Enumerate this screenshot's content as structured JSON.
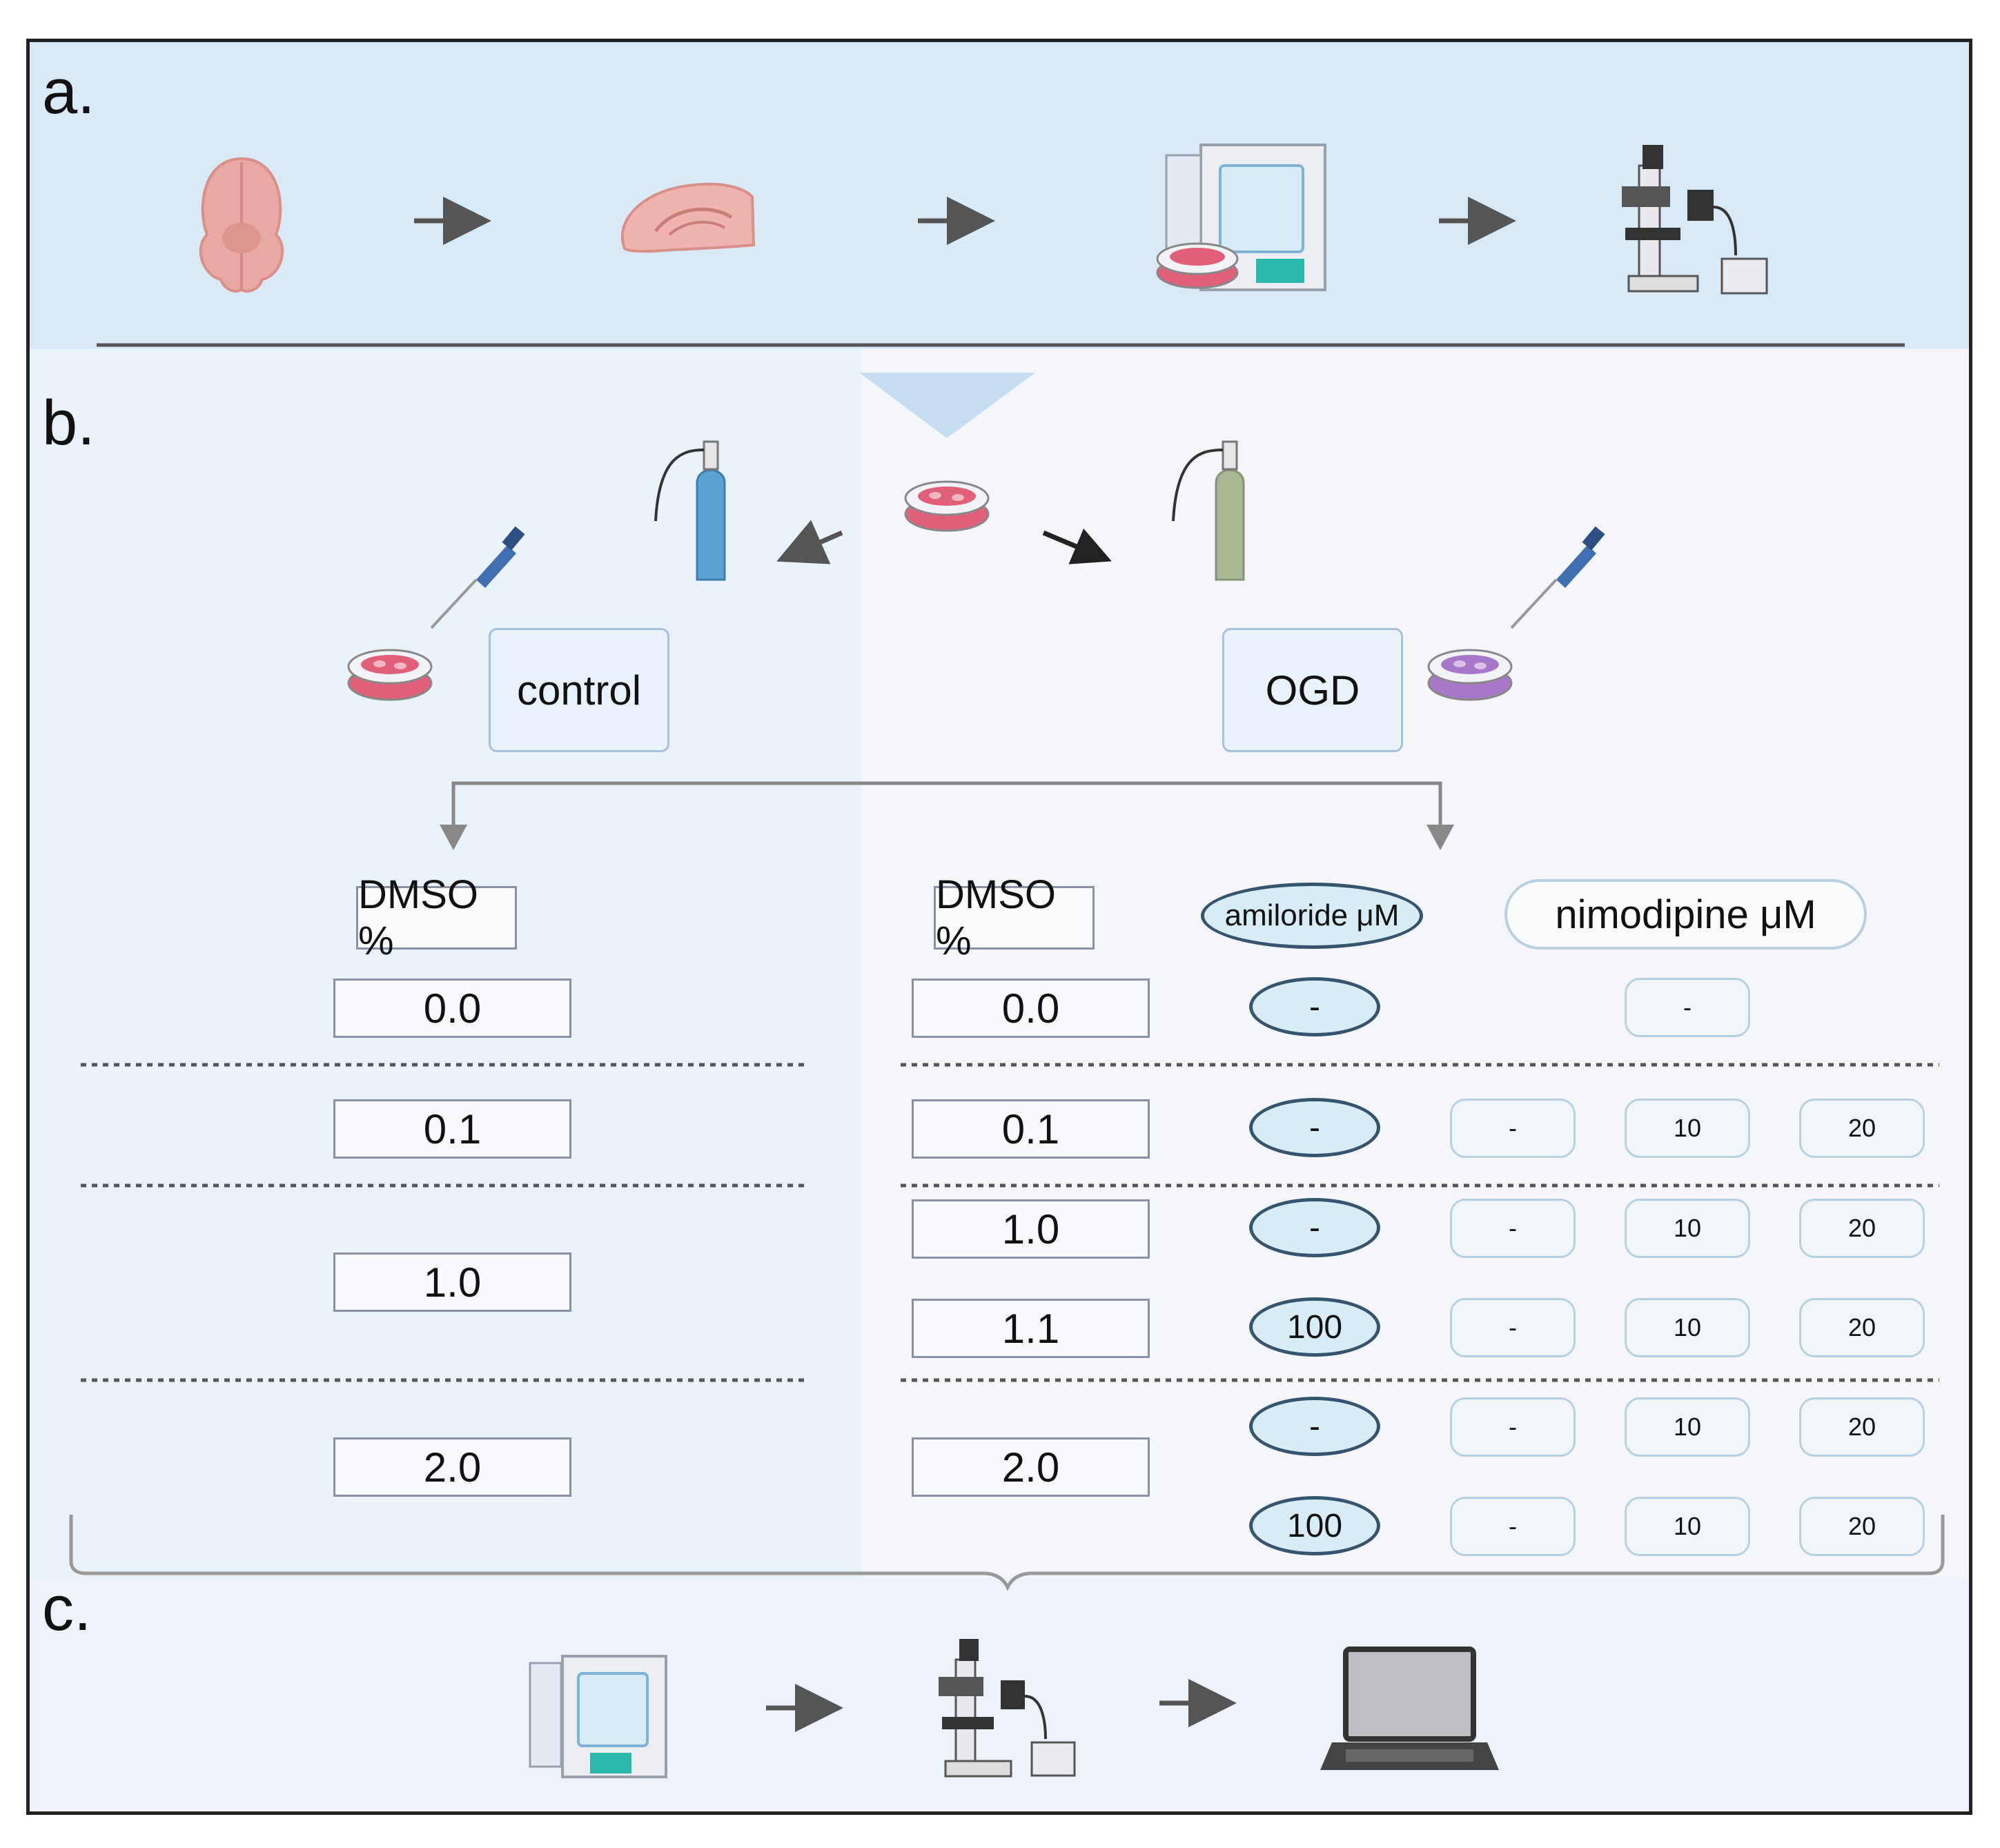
{
  "panels": {
    "a": "a.",
    "b": "b.",
    "c": "c."
  },
  "conditions": {
    "control": "control",
    "ogd": "OGD"
  },
  "control_column": {
    "header": "DMSO %",
    "values": [
      "0.0",
      "0.1",
      "1.0",
      "2.0"
    ]
  },
  "ogd_table": {
    "headers": {
      "dmso": "DMSO %",
      "amiloride": "amiloride μM",
      "nimodipine": "nimodipine μM"
    },
    "rows": [
      {
        "dmso": "0.0",
        "amiloride": "-",
        "nimodipine": [
          "-"
        ]
      },
      {
        "dmso": "0.1",
        "amiloride": "-",
        "nimodipine": [
          "-",
          "10",
          "20"
        ]
      },
      {
        "dmso": "1.0",
        "amiloride": "-",
        "nimodipine": [
          "-",
          "10",
          "20"
        ]
      },
      {
        "dmso": "1.1",
        "amiloride": "100",
        "nimodipine": [
          "-",
          "10",
          "20"
        ]
      },
      {
        "dmso": "2.0",
        "amiloride": "-",
        "nimodipine": [
          "-",
          "10",
          "20"
        ]
      },
      {
        "dmso": "",
        "amiloride": "100",
        "nimodipine": [
          "-",
          "10",
          "20"
        ]
      }
    ]
  },
  "icons": {
    "panel_a": [
      "brain-icon",
      "brain-slice-icon",
      "incubator-icon",
      "microscope-icon"
    ],
    "panel_b": [
      "culture-dish-icon",
      "gas-cylinder-blue-icon",
      "gas-cylinder-green-icon",
      "pipette-icon"
    ],
    "panel_c": [
      "incubator-icon",
      "microscope-icon",
      "laptop-icon"
    ]
  },
  "colors": {
    "panel_a_bg": "#dae9f6",
    "panel_b_left_bg": "#eaf3f9",
    "panel_b_right_bg": "#f5f6fa",
    "ellipse_fill": "#d8ecf5",
    "ellipse_stroke": "#35546e",
    "brain": "#e8a9a2",
    "dish_medium": "#e0607a",
    "ogd_medium": "#a878c8"
  }
}
